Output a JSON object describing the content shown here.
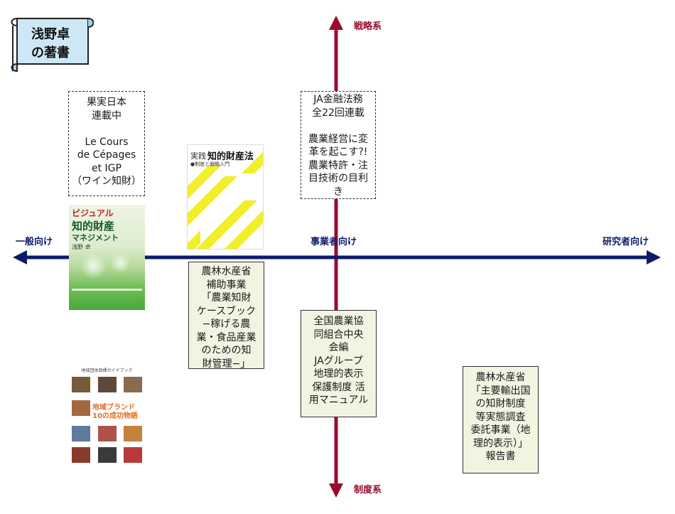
{
  "title": {
    "line1": "浅野卓",
    "line2": "の著書"
  },
  "axes": {
    "top": "戦略系",
    "bottom": "制度系",
    "left": "一般向け",
    "center": "事業者向け",
    "right": "研究者向け"
  },
  "colors": {
    "vertical_axis": "#9b0b2c",
    "horizontal_axis": "#0d1b6b"
  },
  "dashed_boxes": [
    {
      "id": "kajitsu",
      "text": "果実日本\n連載中\n\nLe Cours\nde Cépages\net IGP\n（ワイン知財）"
    },
    {
      "id": "ja-kinyu",
      "text": "JA金融法務\n全22回連載\n\n農業経営に変\n革を起こす?!\n農業特許・注\n目技術の目利\nき"
    }
  ],
  "solid_boxes": [
    {
      "id": "case-book",
      "text": "農林水産省\n補助事業\n「農業知財\nケースブック\n−稼げる農\n業・食品産業\nのための知\n財管理−」"
    },
    {
      "id": "ja-manual",
      "text": "全国農業協\n同組合中央\n会編\nJAグループ\n地理的表示\n保護制度 活\n用マニュアル"
    },
    {
      "id": "report",
      "text": "農林水産省\n「主要輸出国\nの知財制度\n等実態調査\n委託事業（地\n理的表示）」\n報告書"
    }
  ],
  "books": {
    "visual": {
      "line1": "ビジュアル",
      "line2": "知的財産",
      "line3": "マネジメント",
      "author": "浅野 卓"
    },
    "jissen": {
      "prefix": "実践",
      "title": "知的財産法",
      "subtitle": "●制度と戦略入門"
    },
    "chiiki": {
      "header": "地域団体商標ガイドブック",
      "title1": "地域ブランド",
      "title2": "10の成功物語"
    }
  }
}
